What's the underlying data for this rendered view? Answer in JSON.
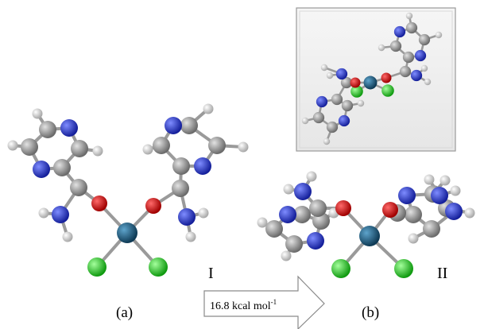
{
  "labels": {
    "structure_left": "I",
    "structure_right": "II",
    "panel_a": "(a)",
    "panel_b": "(b)"
  },
  "arrow": {
    "energy_value": "16.8 kcal mol",
    "energy_superscript": "-1"
  },
  "atom_colors": {
    "carbon": "#8c8c8c",
    "nitrogen": "#2033c8",
    "oxygen": "#cc1010",
    "hydrogen": "#e4e4e4",
    "chlorine": "#22c422",
    "metal": "#1d5d80",
    "bond": "#9a9a9a"
  }
}
